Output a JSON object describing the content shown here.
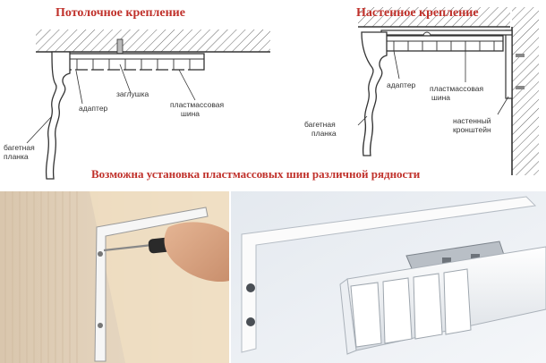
{
  "colors": {
    "title_red": "#c0312b",
    "line_dark": "#3a3a3a",
    "hatch": "#555555",
    "wood_light": "#e7d7c1",
    "metal_white": "#f4f4f4"
  },
  "diagram": {
    "ceiling_title": "Потолочное крепление",
    "wall_title": "Настенное крепление",
    "ceiling_labels": {
      "zaglushka": "заглушка",
      "adapter": "адаптер",
      "shina_line1": "пластмассовая",
      "shina_line2": "шина",
      "baget_line1": "багетная",
      "baget_line2": "планка"
    },
    "wall_labels": {
      "adapter": "адаптер",
      "shina_line1": "пластмассовая",
      "shina_line2": "шина",
      "baget_line1": "багетная",
      "baget_line2": "планка",
      "bracket_line1": "настенный",
      "bracket_line2": "кронштейн"
    },
    "bottom_note": "Возможна установка пластмассовых шин различной рядности"
  },
  "photos": {
    "left": "wall-bracket-installation-photo",
    "right": "bracket-with-rail-photo"
  }
}
